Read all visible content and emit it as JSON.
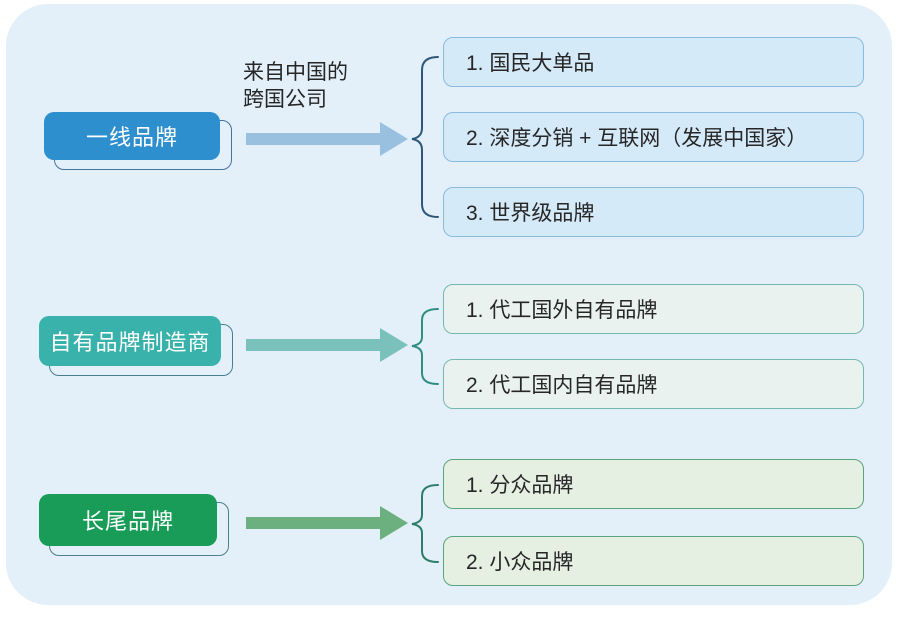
{
  "diagram_title": "",
  "sections": [
    {
      "node_label": "一线品牌",
      "annotation_lines": [
        "来自中国的",
        "跨国公司"
      ],
      "items": [
        "1. 国民大单品",
        "2. 深度分销 + 互联网（发展中国家）",
        "3. 世界级品牌"
      ],
      "node_color": "#2e8fce",
      "arrow_color": "#9ac0e0",
      "brace_color": "#2f5878",
      "item_fill": "#d5eaf8",
      "item_border": "#8abade"
    },
    {
      "node_label": "自有品牌制造商",
      "annotation_lines": [],
      "items": [
        "1. 代工国外自有品牌",
        "2. 代工国内自有品牌"
      ],
      "node_color": "#38b2aa",
      "arrow_color": "#7ac1bb",
      "brace_color": "#2f8d84",
      "item_fill": "#e9f2ef",
      "item_border": "#74b8b1"
    },
    {
      "node_label": "长尾品牌",
      "annotation_lines": [],
      "items": [
        "1. 分众品牌",
        "2. 小众品牌"
      ],
      "node_color": "#1a9c59",
      "arrow_color": "#6cb07f",
      "brace_color": "#2e7d68",
      "item_fill": "#e5efe2",
      "item_border": "#5aa57f"
    }
  ],
  "background_color": "#e3f0fa"
}
